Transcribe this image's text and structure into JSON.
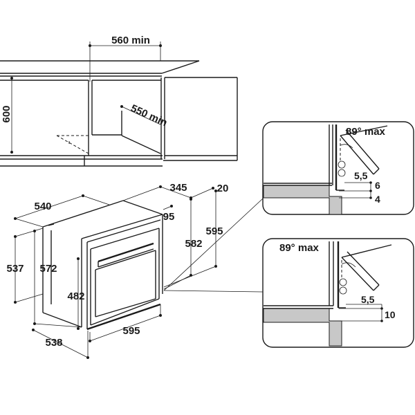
{
  "cabinet_dimensions": {
    "width_min": "560 min",
    "depth_min": "550 min",
    "height": "600"
  },
  "oven_dimensions": {
    "depth_540": "540",
    "depth_345": "345",
    "offset_20": "20",
    "offset_95": "95",
    "height_595": "595",
    "height_582": "582",
    "height_537": "537",
    "height_572": "572",
    "height_482": "482",
    "width_595": "595",
    "width_538": "538"
  },
  "detail_top": {
    "angle": "89° max",
    "gap": "5,5",
    "dim_6": "6",
    "dim_4": "4"
  },
  "detail_bottom": {
    "angle": "89° max",
    "gap": "5,5",
    "dim_10": "10"
  }
}
